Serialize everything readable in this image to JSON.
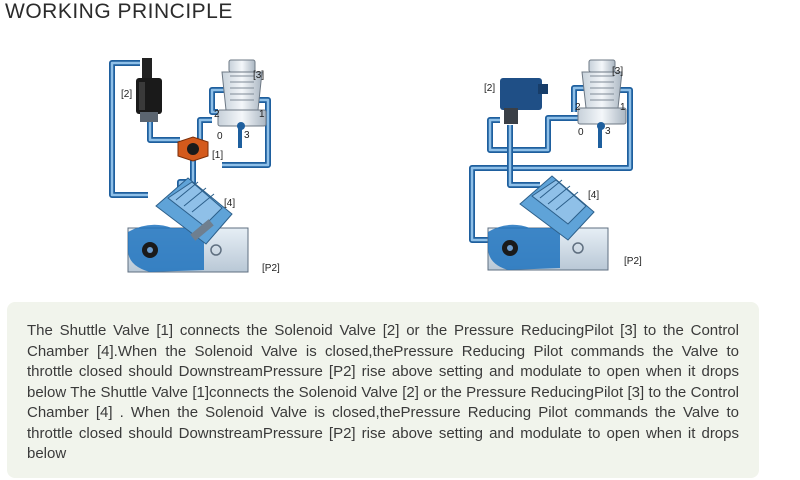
{
  "title": "WORKING PRINCIPLE",
  "left_diagram": {
    "label_solenoid": "[2]",
    "label_pilot": "[3]",
    "label_shuttle": "[1]",
    "label_chamber": "[4]",
    "label_p2": "[P2]",
    "port_2": "2",
    "port_1": "1",
    "port_0": "0",
    "port_3": "3"
  },
  "right_diagram": {
    "label_solenoid": "[2]",
    "label_pilot": "[3]",
    "label_chamber": "[4]",
    "label_p2": "[P2]",
    "port_2": "2",
    "port_1": "1",
    "port_0": "0",
    "port_3": "3"
  },
  "description": "The Shuttle Valve [1] connects the Solenoid Valve [2] or the Pressure ReducingPilot [3] to the Control Chamber [4].When the Solenoid Valve is closed,thePressure Reducing Pilot commands the Valve to throttle closed should DownstreamPressure [P2] rise above setting and modulate to open when it drops below The Shuttle Valve [1]connects the Solenoid Valve [2] or the Pressure ReducingPilot [3] to the Control Chamber [4] . When the Solenoid Valve is closed,thePressure Reducing Pilot commands the Valve to throttle closed should DownstreamPressure [P2] rise above setting and modulate to open when it drops below"
}
